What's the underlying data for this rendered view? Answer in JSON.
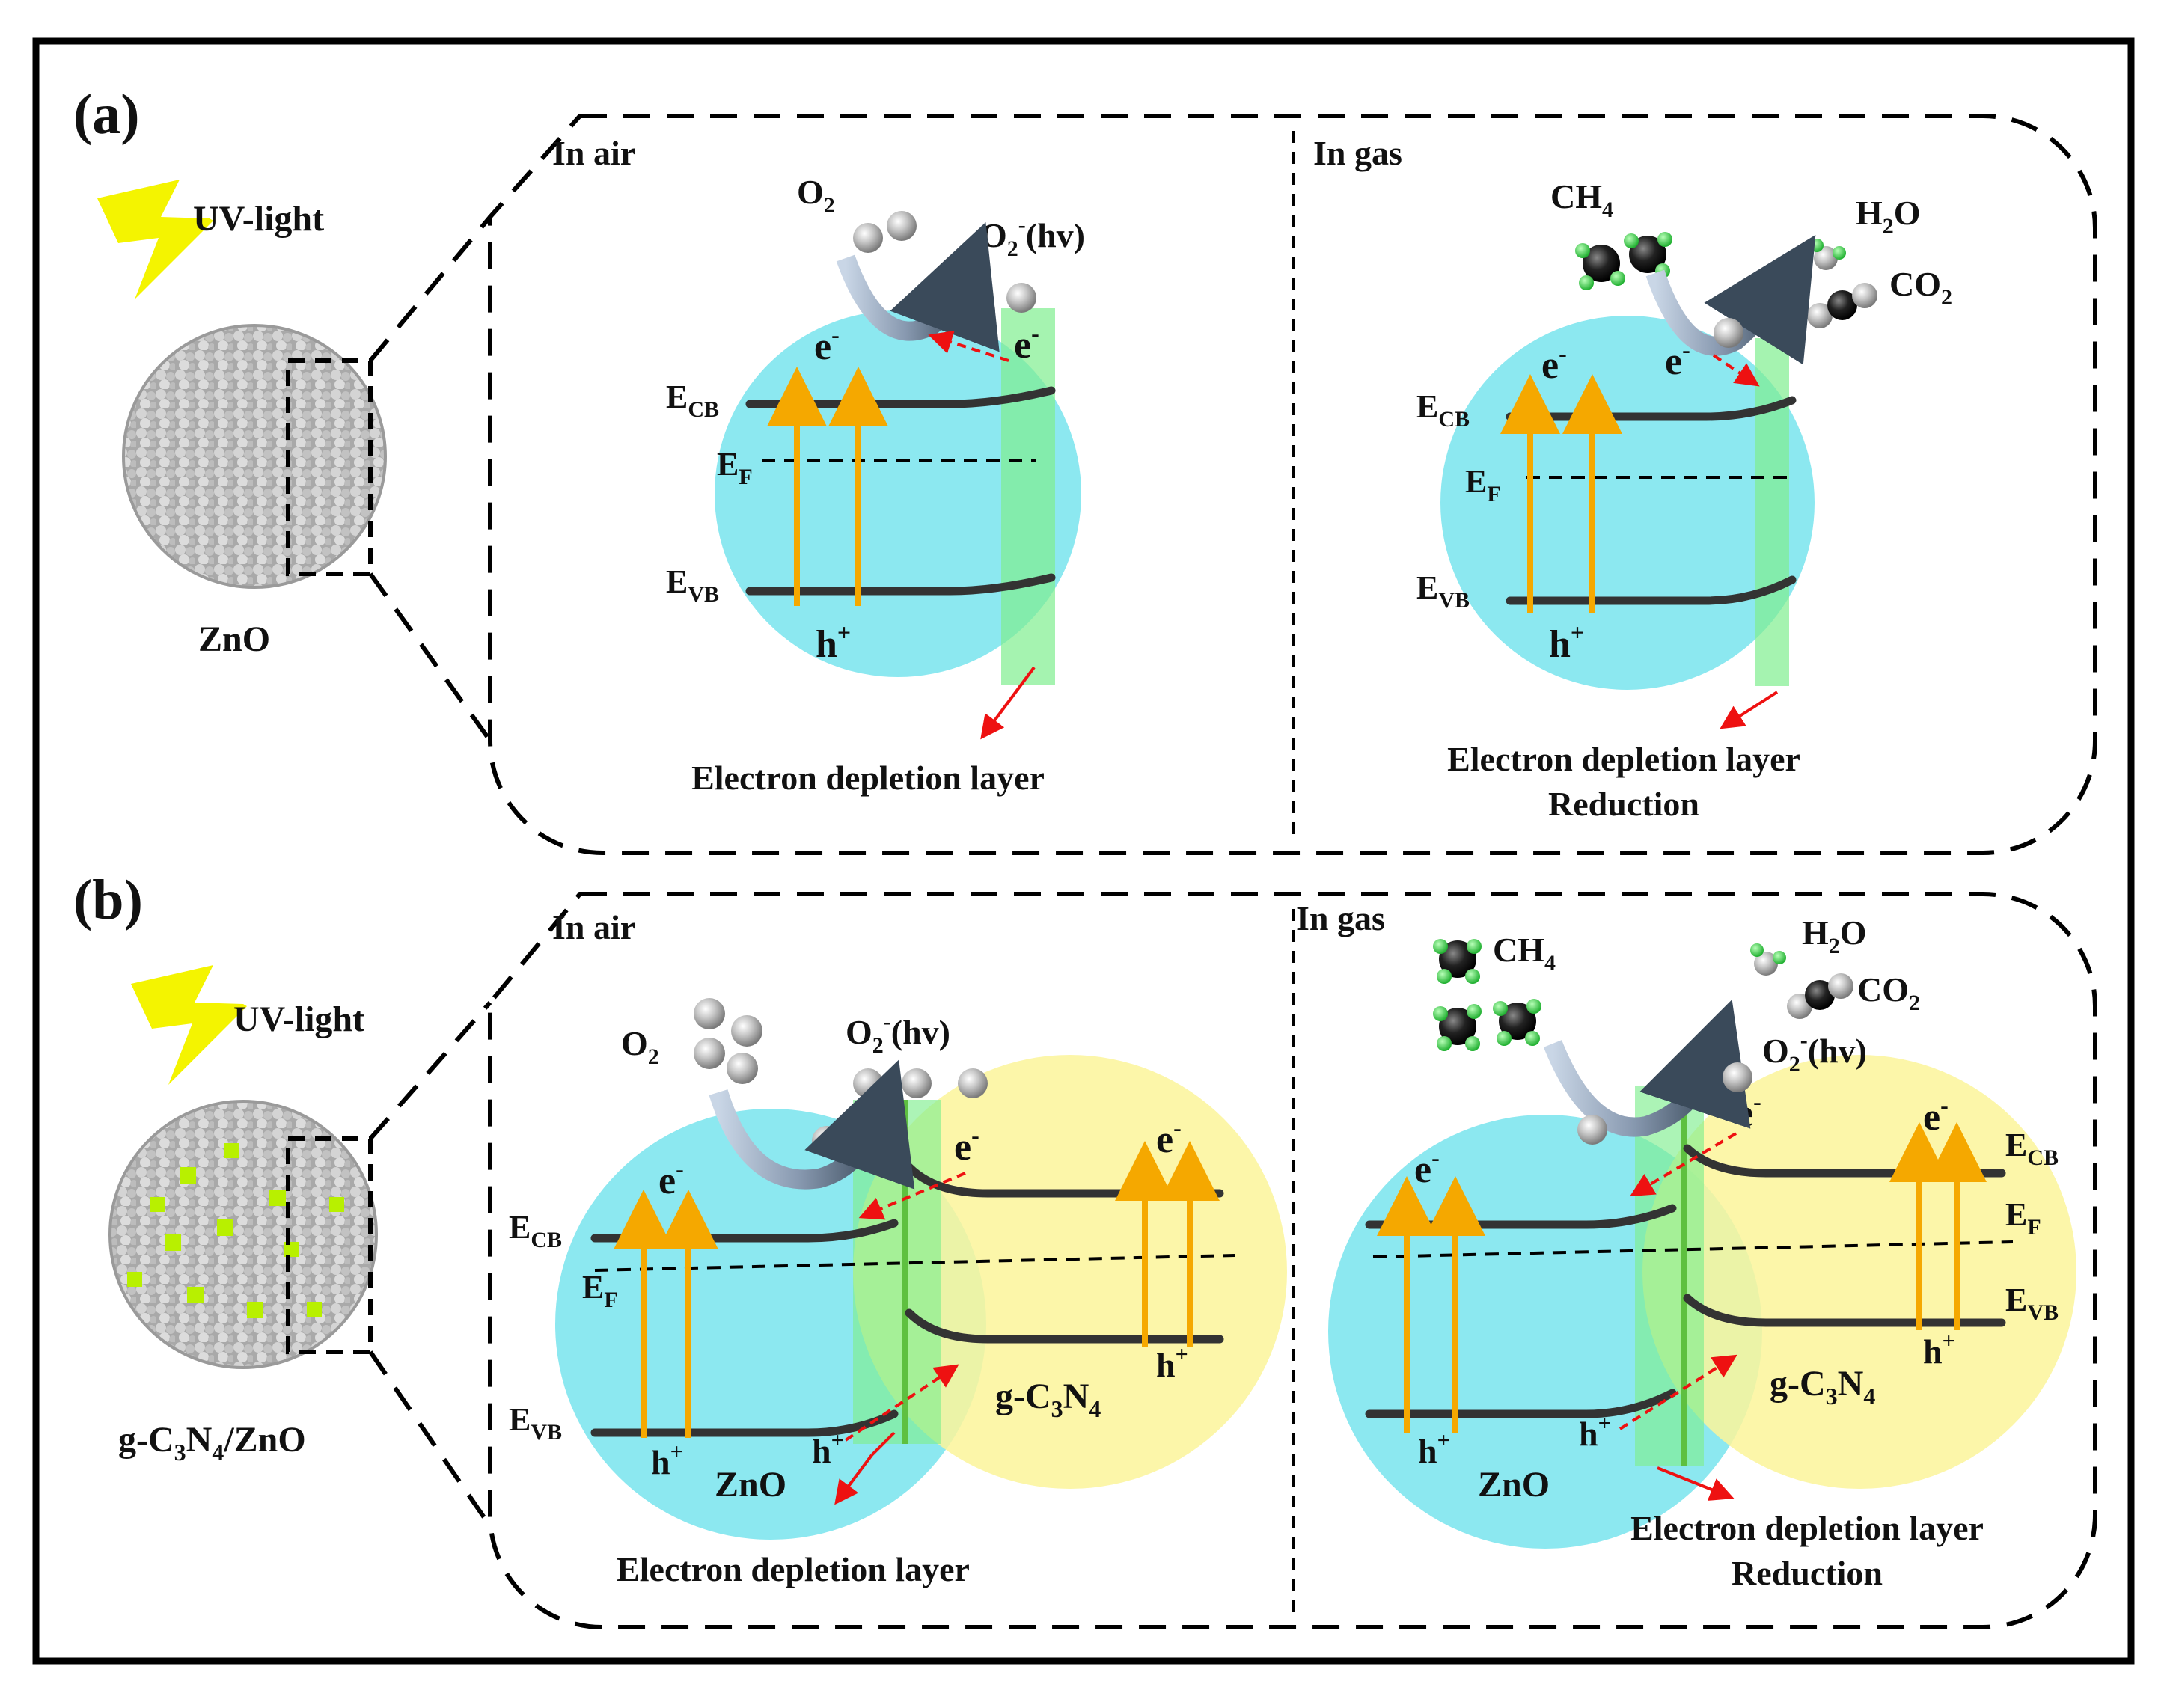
{
  "panel_a": {
    "label": "(a)",
    "uv_label": "UV-light",
    "particle_label": "ZnO",
    "air": {
      "title": "In air",
      "o2": "O",
      "o2_sub": "2",
      "o2minus": "O",
      "o2minus_sub": "2",
      "o2minus_sup": "-",
      "o2minus_suffix": "(hv)",
      "e_top": "e",
      "e_right": "e",
      "e_sup": "-",
      "ecb": "E",
      "ecb_sub": "CB",
      "ef": "E",
      "ef_sub": "F",
      "evb": "E",
      "evb_sub": "VB",
      "hole": "h",
      "hole_sup": "+",
      "depletion": "Electron depletion layer"
    },
    "gas": {
      "title": "In gas",
      "ch4": "CH",
      "ch4_sub": "4",
      "h2o_h": "H",
      "h2o_sub": "2",
      "h2o_o": "O",
      "co2": "CO",
      "co2_sub": "2",
      "e_left": "e",
      "e_mid": "e",
      "e_sup": "-",
      "ecb": "E",
      "ecb_sub": "CB",
      "ef": "E",
      "ef_sub": "F",
      "evb": "E",
      "evb_sub": "VB",
      "hole": "h",
      "hole_sup": "+",
      "depletion": "Electron depletion layer",
      "reduction": "Reduction"
    }
  },
  "panel_b": {
    "label": "(b)",
    "uv_label": "UV-light",
    "particle_label_g": "g-C",
    "particle_label_3": "3",
    "particle_label_n": "N",
    "particle_label_4": "4",
    "particle_label_tail": "/ZnO",
    "air": {
      "title": "In air",
      "o2": "O",
      "o2_sub": "2",
      "o2minus": "O",
      "o2minus_sub": "2",
      "o2minus_sup": "-",
      "o2minus_suffix": "(hv)",
      "e_zno": "e",
      "e_mid": "e",
      "e_gcn": "e",
      "e_sup": "-",
      "ecb": "E",
      "ecb_sub": "CB",
      "ef": "E",
      "ef_sub": "F",
      "evb": "E",
      "evb_sub": "VB",
      "hole": "h",
      "hole_sup": "+",
      "zno": "ZnO",
      "gcn_g": "g-C",
      "gcn_3": "3",
      "gcn_n": "N",
      "gcn_4": "4",
      "depletion": "Electron depletion layer"
    },
    "gas": {
      "title": "In gas",
      "ch4": "CH",
      "ch4_sub": "4",
      "h2o_h": "H",
      "h2o_sub": "2",
      "h2o_o": "O",
      "co2": "CO",
      "co2_sub": "2",
      "o2minus": "O",
      "o2minus_sub": "2",
      "o2minus_sup": "-",
      "o2minus_suffix": "(hv)",
      "e_zno": "e",
      "e_mid": "e",
      "e_gcn": "e",
      "e_sup": "-",
      "ecb": "E",
      "ecb_sub": "CB",
      "ef": "E",
      "ef_sub": "F",
      "evb": "E",
      "evb_sub": "VB",
      "hole": "h",
      "hole_sup": "+",
      "zno": "ZnO",
      "gcn_g": "g-C",
      "gcn_3": "3",
      "gcn_n": "N",
      "gcn_4": "4",
      "depletion": "Electron depletion layer",
      "reduction": "Reduction"
    }
  },
  "colors": {
    "zno_particle": "#7fe6ee",
    "gcn_particle": "#fbf59a",
    "depletion_band": "#7fee8f",
    "uv_bolt": "#f4f400",
    "photon_arrow": "#f5a800",
    "transfer_arrow": "#ee1111",
    "band_line": "#333333"
  }
}
